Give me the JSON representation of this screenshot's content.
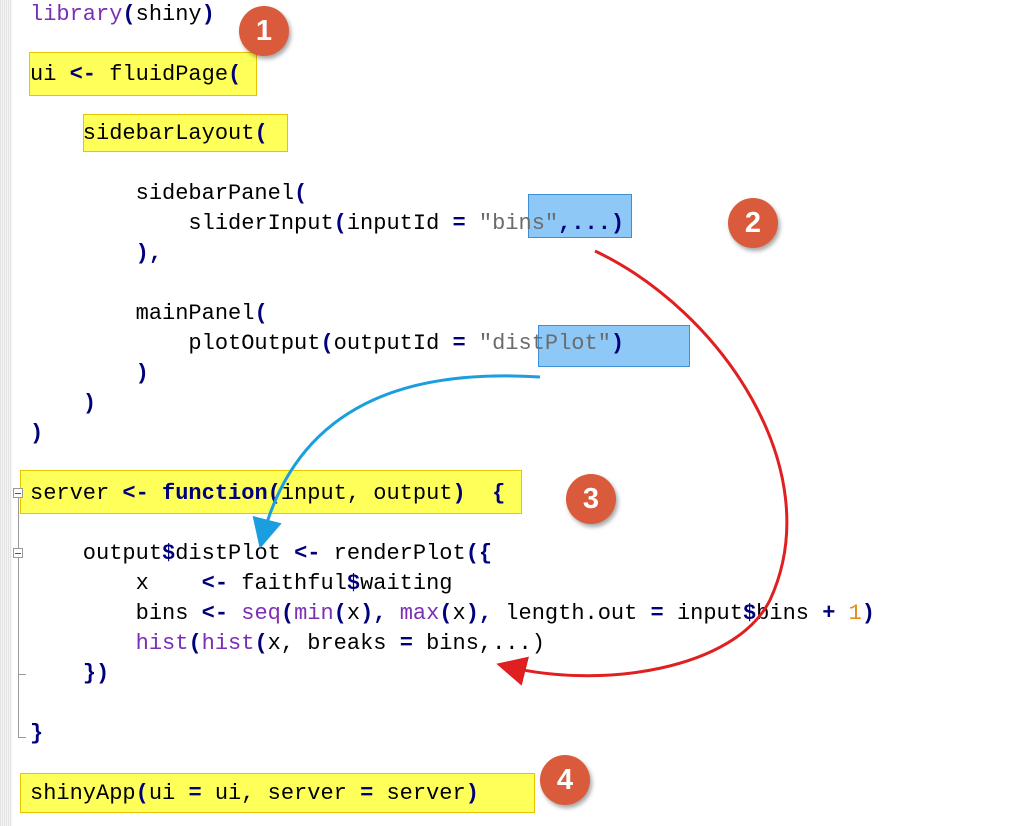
{
  "code_lines": [
    [
      {
        "t": "library",
        "c": "fn"
      },
      {
        "t": "(",
        "c": "op"
      },
      {
        "t": "shiny"
      },
      {
        "t": ")",
        "c": "op"
      }
    ],
    [
      {
        "t": "ui "
      },
      {
        "t": "<-",
        "c": "op"
      },
      {
        "t": " fluidPage"
      },
      {
        "t": "(",
        "c": "op"
      }
    ],
    [
      {
        "t": "    sidebarLayout"
      },
      {
        "t": "(",
        "c": "op"
      }
    ],
    [
      {
        "t": "        sidebarPanel"
      },
      {
        "t": "(",
        "c": "op"
      }
    ],
    [
      {
        "t": "            sliderInput"
      },
      {
        "t": "(",
        "c": "op"
      },
      {
        "t": "inputId "
      },
      {
        "t": "=",
        "c": "op"
      },
      {
        "t": " "
      },
      {
        "t": "\"bins\"",
        "c": "str"
      },
      {
        "t": ",...",
        "c": "op"
      },
      {
        "t": ")",
        "c": "op"
      }
    ],
    [
      {
        "t": "        "
      },
      {
        "t": "),",
        "c": "op"
      }
    ],
    [
      {
        "t": "        mainPanel"
      },
      {
        "t": "(",
        "c": "op"
      }
    ],
    [
      {
        "t": "            plotOutput"
      },
      {
        "t": "(",
        "c": "op"
      },
      {
        "t": "outputId "
      },
      {
        "t": "=",
        "c": "op"
      },
      {
        "t": " "
      },
      {
        "t": "\"distPlot\"",
        "c": "str"
      },
      {
        "t": ")",
        "c": "op"
      }
    ],
    [
      {
        "t": "        "
      },
      {
        "t": ")",
        "c": "op"
      }
    ],
    [
      {
        "t": "    "
      },
      {
        "t": ")",
        "c": "op"
      }
    ],
    [
      {
        "t": ")",
        "c": "op"
      }
    ],
    [
      {
        "t": "server "
      },
      {
        "t": "<-",
        "c": "op"
      },
      {
        "t": " "
      },
      {
        "t": "function",
        "c": "kw"
      },
      {
        "t": "(",
        "c": "op"
      },
      {
        "t": "input, output"
      },
      {
        "t": ")",
        "c": "op"
      },
      {
        "t": "  "
      },
      {
        "t": "{",
        "c": "op"
      }
    ],
    [
      {
        "t": "    output"
      },
      {
        "t": "$",
        "c": "op"
      },
      {
        "t": "distPlot "
      },
      {
        "t": "<-",
        "c": "op"
      },
      {
        "t": " renderPlot"
      },
      {
        "t": "({",
        "c": "op"
      }
    ],
    [
      {
        "t": "        x    "
      },
      {
        "t": "<-",
        "c": "op"
      },
      {
        "t": " faithful"
      },
      {
        "t": "$",
        "c": "op"
      },
      {
        "t": "waiting"
      }
    ],
    [
      {
        "t": "        bins "
      },
      {
        "t": "<-",
        "c": "op"
      },
      {
        "t": " "
      },
      {
        "t": "seq",
        "c": "fn"
      },
      {
        "t": "(",
        "c": "op"
      },
      {
        "t": "min",
        "c": "fn"
      },
      {
        "t": "(",
        "c": "op"
      },
      {
        "t": "x"
      },
      {
        "t": "),",
        "c": "op"
      },
      {
        "t": " "
      },
      {
        "t": "max",
        "c": "fn"
      },
      {
        "t": "(",
        "c": "op"
      },
      {
        "t": "x"
      },
      {
        "t": "),",
        "c": "op"
      },
      {
        "t": " length.out "
      },
      {
        "t": "=",
        "c": "op"
      },
      {
        "t": " input"
      },
      {
        "t": "$",
        "c": "op"
      },
      {
        "t": "bins "
      },
      {
        "t": "+",
        "c": "op"
      },
      {
        "t": " "
      },
      {
        "t": "1",
        "c": "num"
      },
      {
        "t": ")",
        "c": "op"
      }
    ],
    [
      {
        "t": "        "
      },
      {
        "t": "hist",
        "c": "fn"
      },
      {
        "t": "(",
        "c": "op"
      },
      {
        "t": "hist",
        "c": "fn"
      },
      {
        "t": "(",
        "c": "op"
      },
      {
        "t": "x, breaks "
      },
      {
        "t": "=",
        "c": "op"
      },
      {
        "t": " bins,...)"
      }
    ],
    [
      {
        "t": "    "
      },
      {
        "t": "})",
        "c": "op"
      }
    ],
    [
      {
        "t": "}",
        "c": "op"
      }
    ],
    [
      {
        "t": "shinyApp"
      },
      {
        "t": "(",
        "c": "op"
      },
      {
        "t": "ui "
      },
      {
        "t": "=",
        "c": "op"
      },
      {
        "t": " ui, server "
      },
      {
        "t": "=",
        "c": "op"
      },
      {
        "t": " server"
      },
      {
        "t": ")",
        "c": "op"
      }
    ]
  ],
  "badges": [
    "1",
    "2",
    "3",
    "4"
  ],
  "colors": {
    "badge": "#d95b3c",
    "highlight_yellow": "#ffff5a",
    "highlight_blue": "#8ec8f6",
    "arrow_red": "#e02020",
    "arrow_blue": "#1a9ee0"
  }
}
